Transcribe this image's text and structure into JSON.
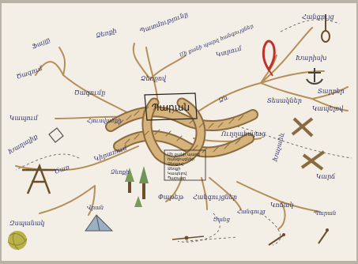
{
  "diagram": {
    "title": "Պարան",
    "colors": {
      "paper": "#f3efe7",
      "background": "#b9b2a7",
      "rope": "#c9a46e",
      "rope_dark": "#8a6a3e",
      "ink": "#2e2f6b",
      "yarn": "#b9b24a",
      "loop_red": "#c0312b"
    },
    "branches": [
      {
        "id": "upper-left",
        "label": "Ծագումը",
        "children": [
          "Ֆայլը",
          "Ծագում"
        ]
      },
      {
        "id": "upper-center",
        "label": "Ձեռքով",
        "children": [
          "Ձեռքի",
          "Պատմությունը",
          "Մի քանի պարզ հանգույցներ"
        ]
      },
      {
        "id": "upper-right",
        "label": "Ձև",
        "children": [
          "Կտրում",
          "Հանգույց",
          "Խարիսխ",
          "Տարբեր",
          "Կապելով"
        ]
      },
      {
        "id": "right",
        "label": "Տեսակներ",
        "children": [
          "Ուղղահայաց",
          "Խաչաձև",
          "Կարճ"
        ]
      },
      {
        "id": "lower-left",
        "label": "Կիրառում",
        "children": [
          "Ծառ",
          "Վրան",
          "Զսպանակ",
          "Հյուսվածքի"
        ]
      },
      {
        "id": "left",
        "label": "Կապում",
        "children": [
          "Խաղալիք",
          "Ձեռքի"
        ]
      },
      {
        "id": "lower-right",
        "label": "Հանգույցներ",
        "children": [
          "Փաթեթ",
          "Ցանց",
          "Հանգույց",
          "Կոճակ",
          "Պարան"
        ]
      }
    ],
    "center_box_lines": [
      "Մի քանի պարզ",
      "հանգույցներ",
      "Ձեռքով",
      "Ձեռքի",
      "Կապելով",
      "Պարանը"
    ]
  }
}
